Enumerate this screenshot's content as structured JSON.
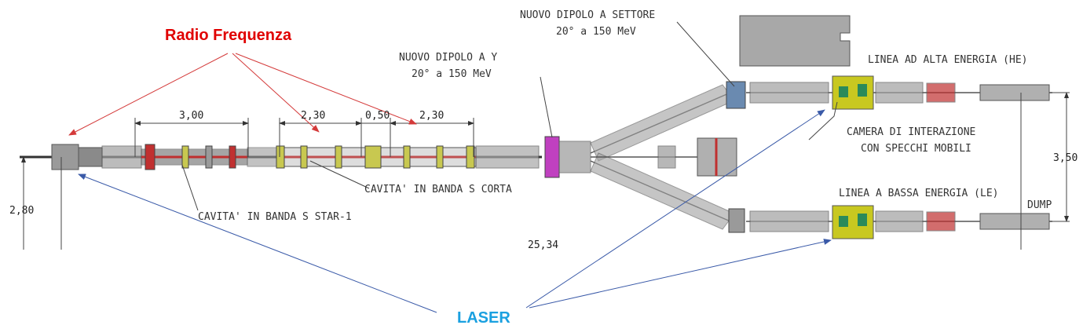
{
  "labels": {
    "radio_frequenza": "Radio Frequenza",
    "laser": "LASER",
    "nuovo_dipolo_settore_line1": "NUOVO DIPOLO A SETTORE",
    "nuovo_dipolo_settore_line2": "20° a 150 MeV",
    "nuovo_dipolo_y_line1": "NUOVO DIPOLO A Y",
    "nuovo_dipolo_y_line2": "20° a 150 MeV",
    "linea_he": "LINEA AD ALTA ENERGIA (HE)",
    "linea_le": "LINEA A BASSA ENERGIA (LE)",
    "camera_line1": "CAMERA DI INTERAZIONE",
    "camera_line2": "CON SPECCHI MOBILI",
    "cavita_corta": "CAVITA' IN BANDA S CORTA",
    "cavita_star": "CAVITA' IN BANDA S STAR-1",
    "dump": "DUMP"
  },
  "dimensions": {
    "d_300": "3,00",
    "d_230a": "2,30",
    "d_050": "0,50",
    "d_230b": "2,30",
    "d_350": "3,50",
    "d_280": "2,80",
    "d_2534": "25,34"
  },
  "colors": {
    "rf_label": "#e00000",
    "rf_arrow": "#d43a3a",
    "laser_label": "#1aa0e0",
    "laser_arrow": "#3a5aa8",
    "dipole": "#c040c0",
    "camera": "#c8c820",
    "camera_inner": "#2a8a5a",
    "cavity_yellow": "#c8c850",
    "cavity_red": "#c03030",
    "magnet_gray": "#9a9a9a",
    "block_gray": "#a8a8a8"
  }
}
